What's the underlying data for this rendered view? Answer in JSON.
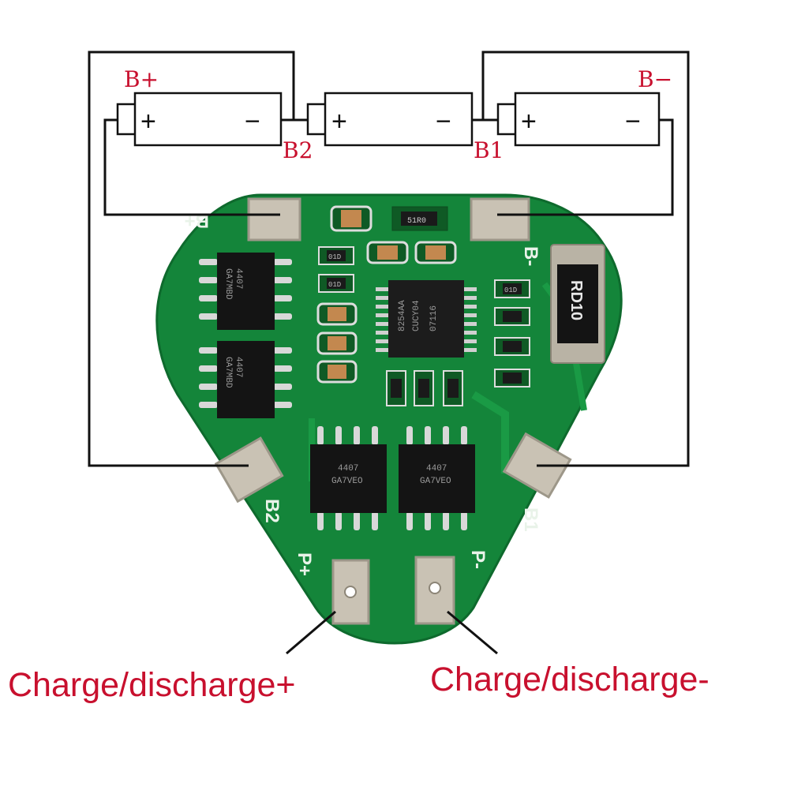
{
  "battery_labels": {
    "b_plus": "B+",
    "b_minus": "B−",
    "b2": "B2",
    "b1": "B1"
  },
  "cells": [
    {
      "plus": "+",
      "minus": "−"
    },
    {
      "plus": "+",
      "minus": "−"
    },
    {
      "plus": "+",
      "minus": "−"
    }
  ],
  "pcb_silkscreen": {
    "b_plus": "B+",
    "b_minus": "B-",
    "b2": "B2",
    "b1": "B1",
    "p_plus": "P+",
    "p_minus": "P-"
  },
  "chips": {
    "mosfet_top_left": [
      "4407",
      "GA7MBD"
    ],
    "mosfet_mid_left": [
      "4407",
      "GA7MBD"
    ],
    "mosfet_bottom_left": [
      "4407",
      "GA7VEO"
    ],
    "mosfet_bottom_right": [
      "4407",
      "GA7VEO"
    ],
    "controller": [
      "8254AA",
      "CUCY04",
      "07116"
    ]
  },
  "components": {
    "shunt_resistor": "RD10",
    "top_resistor": "51R0",
    "resistor_code": "01D"
  },
  "captions": {
    "left": "Charge/discharge+",
    "right": "Charge/discharge-"
  },
  "colors": {
    "pcb": "#14853a",
    "pad": "#c9c2b4",
    "label_red": "#c8102e"
  }
}
